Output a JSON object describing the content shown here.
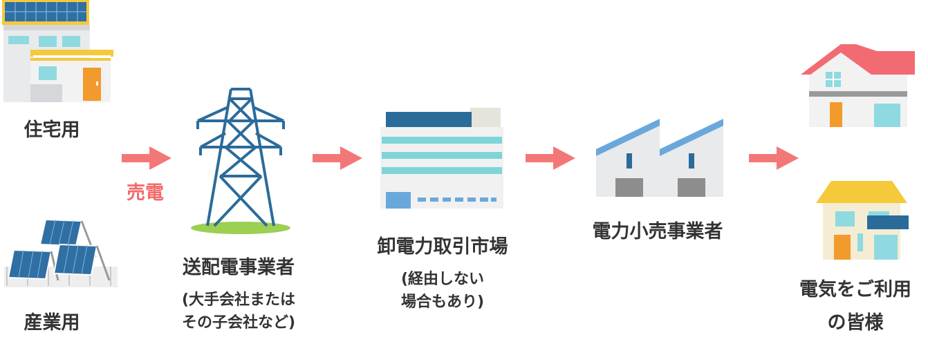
{
  "colors": {
    "arrow": "#f47777",
    "text": "#333333",
    "accent_text": "#f26b6b",
    "solar_blue": "#2f6fa3",
    "tower_blue": "#2b6b9a",
    "grass": "#9ccf52",
    "teal": "#7fd4d8",
    "gray": "#8d8d8d"
  },
  "sources": {
    "residential_label": "住宅用",
    "industrial_label": "産業用",
    "sell_label": "売電"
  },
  "transmission": {
    "title": "送配電事業者",
    "note_line1": "(大手会社または",
    "note_line2": "その子会社など)"
  },
  "market": {
    "title": "卸電力取引市場",
    "note_line1": "(経由しない",
    "note_line2": "場合もあり)"
  },
  "retailer": {
    "title": "電力小売事業者"
  },
  "consumers": {
    "line1": "電気をご利用",
    "line2": "の皆様"
  },
  "icons": {
    "house_solar": "solar-roof-house-icon",
    "solar_panels": "ground-solar-panels-icon",
    "tower": "transmission-tower-icon",
    "market": "office-building-icon",
    "retailer": "factory-icon",
    "house_red": "red-roof-house-icon",
    "house_yellow": "yellow-roof-house-icon"
  }
}
